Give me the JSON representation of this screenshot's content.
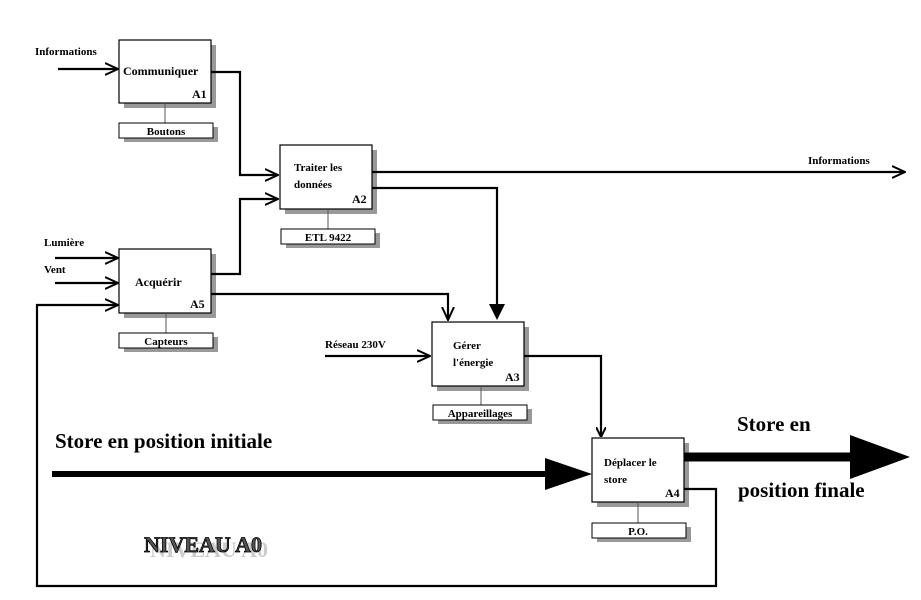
{
  "diagram": {
    "title": "NIVEAU A0",
    "boxes": [
      {
        "id": "A1",
        "line1": "Communiquer",
        "line2": "",
        "code": "A1",
        "mechanism": "Boutons"
      },
      {
        "id": "A2",
        "line1": "Traiter les",
        "line2": "données",
        "code": "A2",
        "mechanism": "ETL 9422"
      },
      {
        "id": "A5",
        "line1": "Acquérir",
        "line2": "",
        "code": "A5",
        "mechanism": "Capteurs"
      },
      {
        "id": "A3",
        "line1": "Gérer",
        "line2": "l'énergie",
        "code": "A3",
        "mechanism": "Appareillages"
      },
      {
        "id": "A4",
        "line1": "Déplacer le",
        "line2": "store",
        "code": "A4",
        "mechanism": "P.O."
      }
    ],
    "inputs": {
      "informations_in": "Informations",
      "lumiere": "Lumière",
      "vent": "Vent",
      "reseau": "Réseau 230V",
      "store_initial": "Store en position initiale"
    },
    "outputs": {
      "informations_out": "Informations",
      "store_final_1": "Store en",
      "store_final_2": "position finale"
    }
  }
}
